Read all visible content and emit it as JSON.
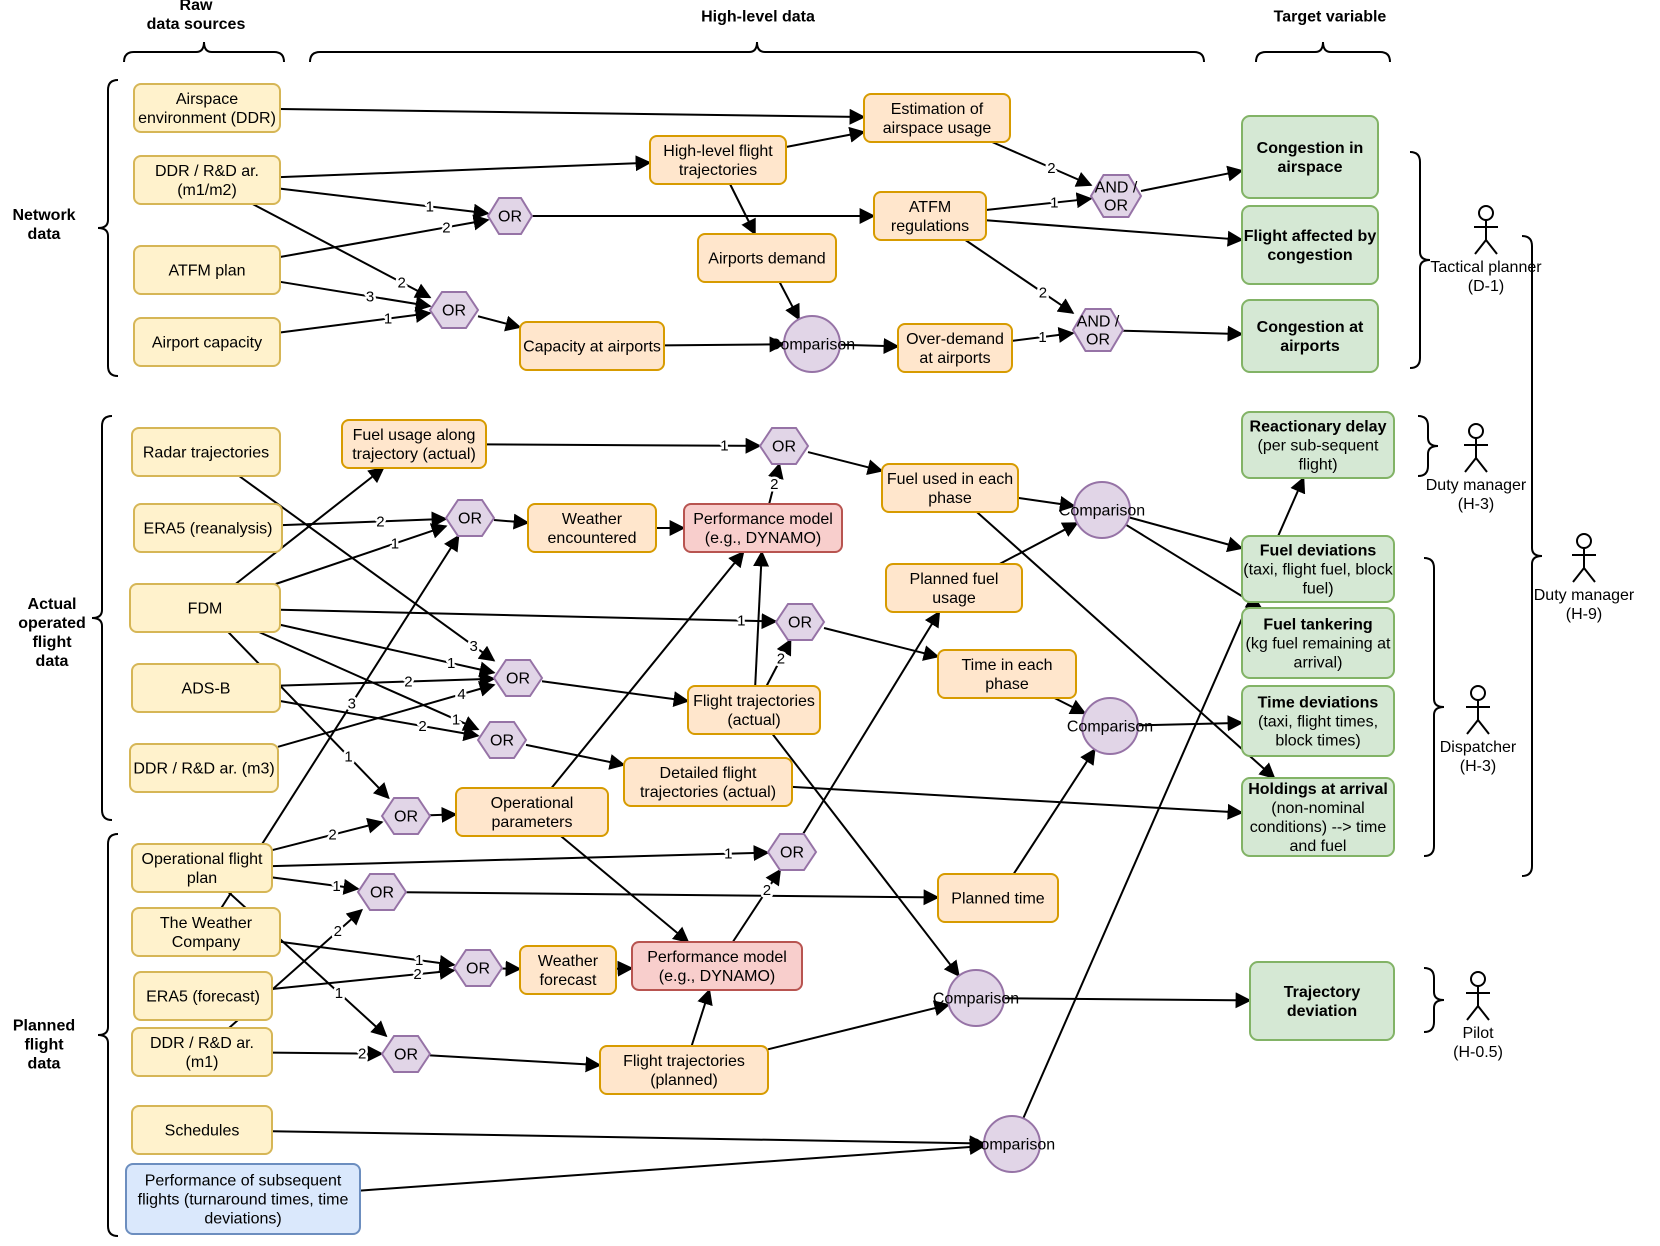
{
  "headers": {
    "raw": [
      "Raw",
      "data sources"
    ],
    "high": [
      "High-level data"
    ],
    "target": [
      "Target variable"
    ]
  },
  "groups": {
    "network": [
      "Network",
      "data"
    ],
    "actual": [
      "Actual",
      "operated",
      "flight",
      "data"
    ],
    "planned": [
      "Planned",
      "flight",
      "data"
    ]
  },
  "raw": {
    "airspace_env": [
      "Airspace",
      "environment (DDR)"
    ],
    "ddr_m1m2": [
      "DDR / R&D ar.",
      "(m1/m2)"
    ],
    "atfm_plan": [
      "ATFM plan"
    ],
    "airport_capacity": [
      "Airport capacity"
    ],
    "radar": [
      "Radar trajectories"
    ],
    "era5_re": [
      "ERA5 (reanalysis)"
    ],
    "fdm": [
      "FDM"
    ],
    "adsb": [
      "ADS-B"
    ],
    "ddr_m3": [
      "DDR / R&D ar. (m3)"
    ],
    "ofp": [
      "Operational flight",
      "plan"
    ],
    "twc": [
      "The Weather",
      "Company"
    ],
    "era5_fc": [
      "ERA5 (forecast)"
    ],
    "ddr_m1": [
      "DDR / R&D ar.",
      "(m1)"
    ],
    "schedules": [
      "Schedules"
    ],
    "perf_subseq": [
      "Performance of subsequent",
      "flights (turnaround times, time",
      "deviations)"
    ]
  },
  "high": {
    "est_airspace": [
      "Estimation of",
      "airspace usage"
    ],
    "hl_traj": [
      "High-level flight",
      "trajectories"
    ],
    "atfm_reg": [
      "ATFM",
      "regulations"
    ],
    "airports_demand": [
      "Airports demand"
    ],
    "cap_airports": [
      "Capacity at airports"
    ],
    "over_demand": [
      "Over-demand",
      "at airports"
    ],
    "fuel_along": [
      "Fuel usage along",
      "trajectory (actual)"
    ],
    "weather_enc": [
      "Weather",
      "encountered"
    ],
    "perf_model_1": [
      "Performance model",
      "(e.g., DYNAMO)"
    ],
    "fuel_phase": [
      "Fuel used in each",
      "phase"
    ],
    "planned_fuel": [
      "Planned fuel",
      "usage"
    ],
    "time_phase": [
      "Time in each",
      "phase"
    ],
    "flight_traj_act": [
      "Flight trajectories",
      "(actual)"
    ],
    "detailed_traj": [
      "Detailed flight",
      "trajectories (actual)"
    ],
    "op_params": [
      "Operational",
      "parameters"
    ],
    "planned_time": [
      "Planned time"
    ],
    "weather_fc": [
      "Weather",
      "forecast"
    ],
    "perf_model_2": [
      "Performance model",
      "(e.g., DYNAMO)"
    ],
    "flight_traj_plan": [
      "Flight trajectories",
      "(planned)"
    ]
  },
  "gates": {
    "or": "OR",
    "and_or": [
      "AND /",
      "OR"
    ],
    "comparison": "Comparison"
  },
  "targets": {
    "cong_airspace": {
      "bold": [
        "Congestion in",
        "airspace"
      ],
      "rest": []
    },
    "flight_affected": {
      "bold": [
        "Flight affected by",
        "congestion"
      ],
      "rest": []
    },
    "cong_airports": {
      "bold": [
        "Congestion at",
        "airports"
      ],
      "rest": []
    },
    "reactionary": {
      "bold": [
        "Reactionary delay"
      ],
      "rest": [
        "(per sub-sequent",
        "flight)"
      ]
    },
    "fuel_dev": {
      "bold": [
        "Fuel deviations"
      ],
      "rest": [
        "(taxi, flight fuel, block",
        "fuel)"
      ]
    },
    "fuel_tank": {
      "bold": [
        "Fuel tankering"
      ],
      "rest": [
        "(kg fuel remaining at",
        "arrival)"
      ]
    },
    "time_dev": {
      "bold": [
        "Time deviations"
      ],
      "rest": [
        "(taxi, flight times,",
        "block times)"
      ]
    },
    "holdings": {
      "bold": [
        "Holdings at arrival"
      ],
      "rest": [
        "(non-nominal",
        "conditions) --> time",
        "and fuel"
      ]
    },
    "traj_dev": {
      "bold": [
        "Trajectory",
        "deviation"
      ],
      "rest": []
    }
  },
  "actors": {
    "tactical": [
      "Tactical planner",
      "(D-1)"
    ],
    "duty3": [
      "Duty manager",
      "(H-3)"
    ],
    "dispatcher": [
      "Dispatcher",
      "(H-3)"
    ],
    "pilot": [
      "Pilot",
      "(H-0.5)"
    ],
    "duty9": [
      "Duty manager",
      "(H-9)"
    ]
  },
  "edge_labels": {
    "one": "1",
    "two": "2",
    "three": "3",
    "four": "4"
  }
}
